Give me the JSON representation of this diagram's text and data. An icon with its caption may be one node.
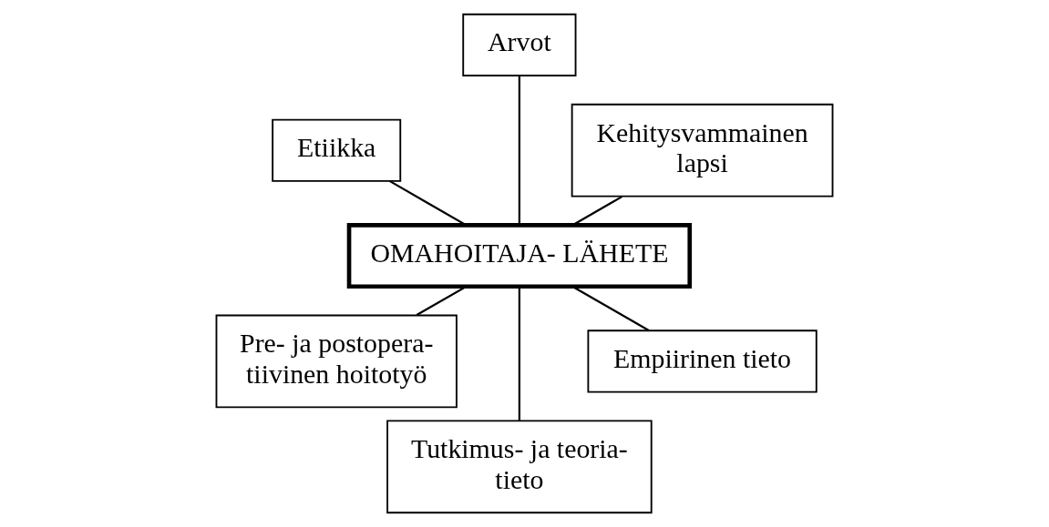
{
  "diagram": {
    "nodes": [
      {
        "text": [
          "Kehitysvammainen lapsi"
        ]
      },
      {
        "text": [
          "Arvot"
        ]
      },
      {
        "text": [
          "Etiikka"
        ]
      },
      {
        "text": [
          "OMAHOITAJA- LÄHETE"
        ]
      },
      {
        "text": [
          "Pre- ja postopera- tiivinen hoitotyö"
        ]
      },
      {
        "text": [
          "Tutkimus- ja teoria- tieto"
        ]
      },
      {
        "text": [
          "Empiirinen tieto"
        ]
      }
    ],
    "edges": [
      {
        "from": 3,
        "to": 0,
        "arrow": "none"
      },
      {
        "from": 3,
        "to": 1,
        "arrow": "none"
      },
      {
        "from": 3,
        "to": 2,
        "arrow": "none"
      },
      {
        "from": 3,
        "to": 4,
        "arrow": "none"
      },
      {
        "from": 3,
        "to": 5,
        "arrow": "none"
      },
      {
        "from": 3,
        "to": 6,
        "arrow": "none"
      }
    ]
  }
}
